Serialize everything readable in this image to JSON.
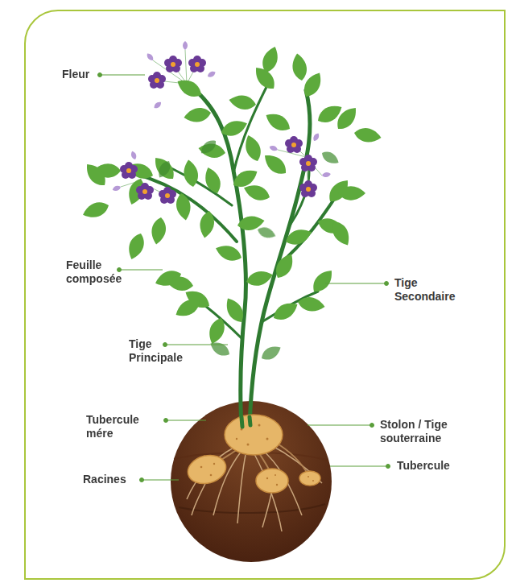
{
  "diagram": {
    "labels": [
      "Fleur",
      "Feuille composée",
      "Tige Secondaire",
      "Tige Principale",
      "Tubercule mére",
      "Stolon / Tige souterraine",
      "Tubercule",
      "Racines"
    ]
  }
}
